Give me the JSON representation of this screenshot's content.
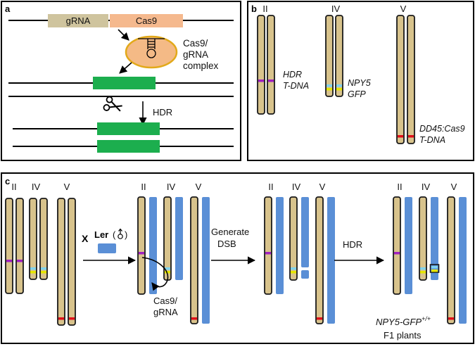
{
  "colors": {
    "chromosome_fill": "#d8c38c",
    "chromosome_stroke": "#1a1a1a",
    "ler": "#5a8fd6",
    "insert_green": "#1cae4e",
    "gRNA_box": "#cfc49e",
    "cas9_box": "#f5b98e",
    "complex": "#f4ba86",
    "complex_stroke": "#e2a91a",
    "magenta": "#a020c0",
    "cyan": "#7fd3ee",
    "yellow": "#e6e600",
    "red": "#e0101a"
  },
  "icons": [
    "scissors-icon",
    "hairpin-icon",
    "arrow-icon",
    "male-symbol-icon"
  ],
  "panel_a": {
    "letter": "a",
    "gRNA": "gRNA",
    "cas9": "Cas9",
    "complex_label": [
      "Cas9/",
      "gRNA",
      "complex"
    ],
    "hdr": "HDR"
  },
  "panel_b": {
    "letter": "b",
    "chrom_labels": [
      "II",
      "IV",
      "V"
    ],
    "hdr_tdna": [
      "HDR",
      "T-DNA"
    ],
    "npy5_gfp": [
      "NPY5",
      "GFP"
    ],
    "dd45": [
      "DD45:Cas9",
      "T-DNA"
    ]
  },
  "panel_c": {
    "letter": "c",
    "chrom_labels": [
      "II",
      "IV",
      "V"
    ],
    "cross": "X",
    "ler": "Ler",
    "step1": [
      "Generate",
      "DSB"
    ],
    "step2": "HDR",
    "cas9_grna": [
      "Cas9/",
      "gRNA"
    ],
    "genotype": "NPY5-GFP",
    "genotype_sup": "+/+",
    "f1": "F1 plants"
  }
}
